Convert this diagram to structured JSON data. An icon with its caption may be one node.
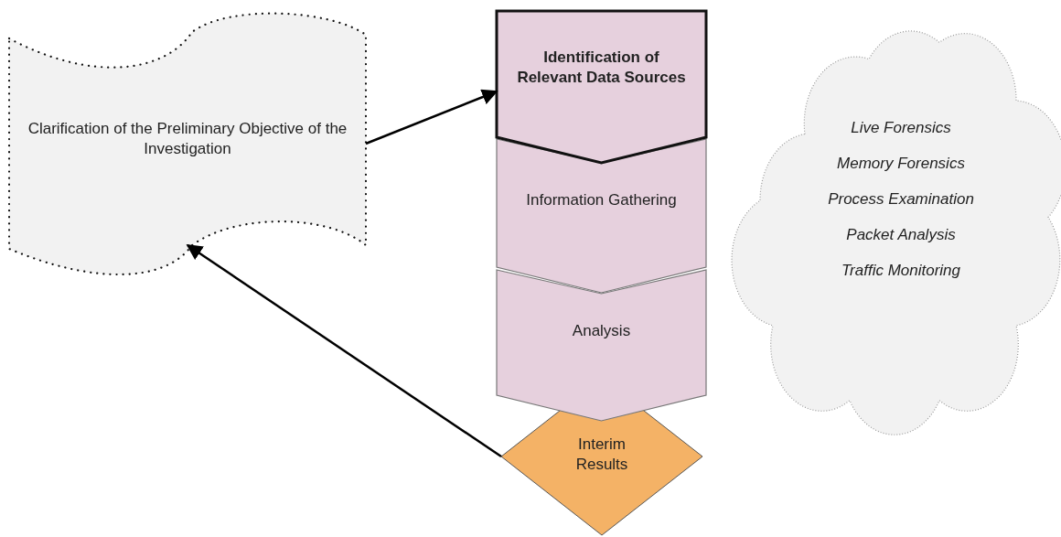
{
  "diagram": {
    "nodes": [
      {
        "text": [
          "Clarification of the Preliminary Objective of the Investigation"
        ]
      },
      {
        "text": [
          "Identification of Relevant Data Sources"
        ]
      },
      {
        "text": [
          "Information Gathering"
        ]
      },
      {
        "text": [
          "Analysis"
        ]
      },
      {
        "text": [
          "Interim Results"
        ]
      },
      {
        "text": [
          "Live Forensics",
          "Memory Forensics",
          "Process Examination",
          "Packet Analysis",
          "Traffic Monitoring"
        ]
      }
    ],
    "edges": [
      {
        "from": 0,
        "to": 1,
        "arrow": "to"
      },
      {
        "from": 4,
        "to": 0,
        "arrow": "to"
      }
    ]
  }
}
